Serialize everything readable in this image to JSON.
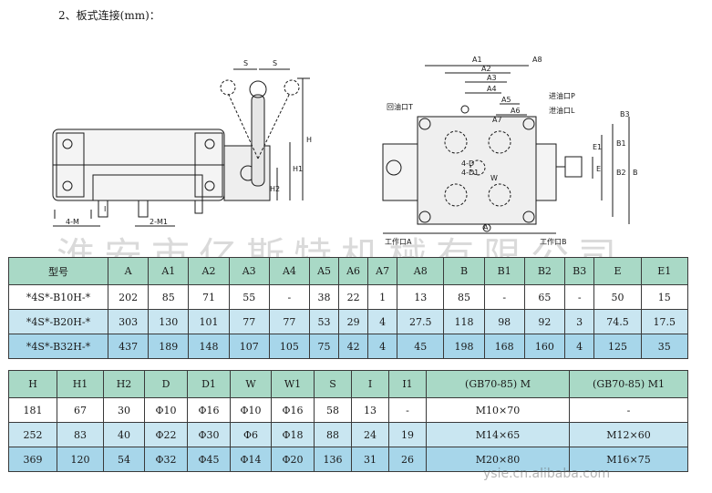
{
  "caption": "2、板式连接(mm)：",
  "watermark": "淮安市亿斯特机械有限公司",
  "watermark_url": "ysie.cn.alibaba.com",
  "drawing": {
    "left_labels": {
      "s": "S",
      "h": "H",
      "h1": "H1",
      "h2": "H2",
      "i": "I",
      "m": "4-M",
      "m1": "2-M1"
    },
    "right_labels": {
      "a1": "A1",
      "a2": "A2",
      "a3": "A3",
      "a4": "A4",
      "a5": "A5",
      "a6": "A6",
      "a7": "A7",
      "a8": "A8",
      "a": "A",
      "b": "B",
      "b1": "B1",
      "b2": "B2",
      "b3": "B3",
      "e": "E",
      "e1": "E1",
      "d": "4-D",
      "d1": "4-D1",
      "w": "W",
      "port_t": "回油口T",
      "port_p": "进油口P",
      "port_l": "泄油口L",
      "port_a": "工作口A",
      "port_b": "工作口B"
    }
  },
  "table1": {
    "headers": [
      "型号",
      "A",
      "A1",
      "A2",
      "A3",
      "A4",
      "A5",
      "A6",
      "A7",
      "A8",
      "B",
      "B1",
      "B2",
      "B3",
      "E",
      "E1"
    ],
    "rows": [
      [
        "*4S*-B10H-*",
        "202",
        "85",
        "71",
        "55",
        "-",
        "38",
        "22",
        "1",
        "13",
        "85",
        "-",
        "65",
        "-",
        "50",
        "15"
      ],
      [
        "*4S*-B20H-*",
        "303",
        "130",
        "101",
        "77",
        "77",
        "53",
        "29",
        "4",
        "27.5",
        "118",
        "98",
        "92",
        "3",
        "74.5",
        "17.5"
      ],
      [
        "*4S*-B32H-*",
        "437",
        "189",
        "148",
        "107",
        "105",
        "75",
        "42",
        "4",
        "45",
        "198",
        "168",
        "160",
        "4",
        "125",
        "35"
      ]
    ]
  },
  "table2": {
    "headers": [
      "H",
      "H1",
      "H2",
      "D",
      "D1",
      "W",
      "W1",
      "S",
      "I",
      "I1",
      "(GB70-85) M",
      "(GB70-85) M1"
    ],
    "rows": [
      [
        "181",
        "67",
        "30",
        "Φ10",
        "Φ16",
        "Φ10",
        "Φ16",
        "58",
        "13",
        "-",
        "M10×70",
        "-"
      ],
      [
        "252",
        "83",
        "40",
        "Φ22",
        "Φ30",
        "Φ6",
        "Φ18",
        "88",
        "24",
        "19",
        "M14×65",
        "M12×60"
      ],
      [
        "369",
        "120",
        "54",
        "Φ32",
        "Φ45",
        "Φ14",
        "Φ20",
        "136",
        "31",
        "26",
        "M20×80",
        "M16×75"
      ]
    ]
  }
}
